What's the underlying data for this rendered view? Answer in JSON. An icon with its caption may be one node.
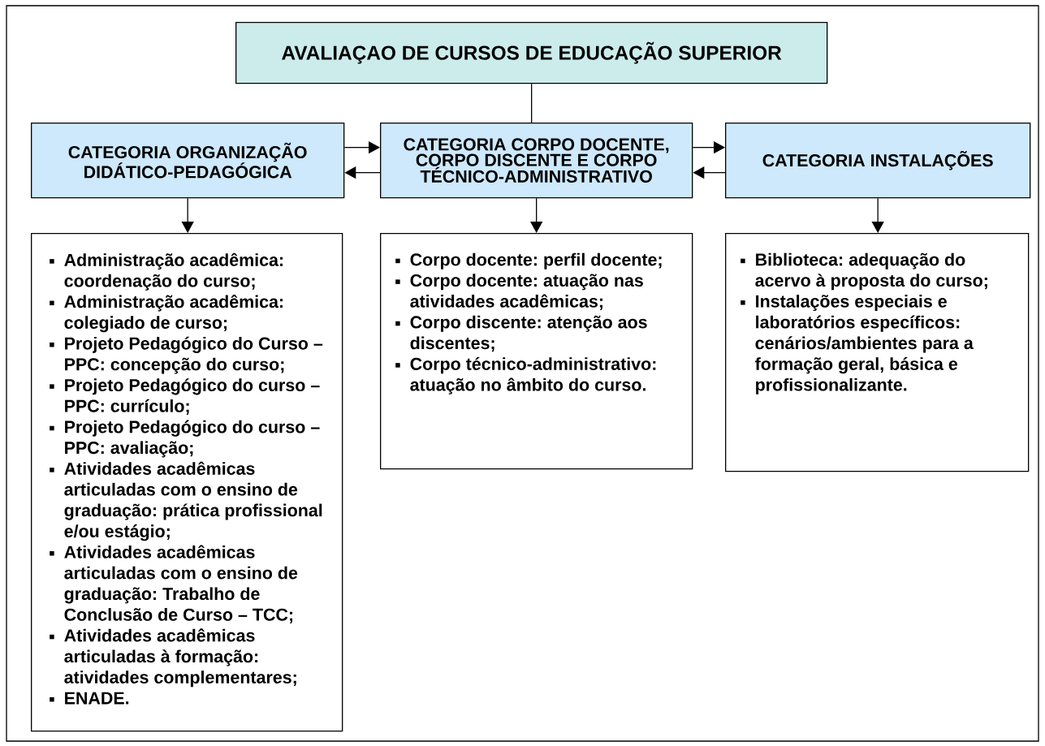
{
  "diagram": {
    "nodes": [
      {
        "text": [
          "AVALIAÇAO DE CURSOS DE EDUCAÇÃO SUPERIOR"
        ]
      },
      {
        "text": [
          "CATEGORIA ORGANIZAÇÃO DIDÁTICO-PEDAGÓGICA"
        ]
      },
      {
        "text": [
          "CATEGORIA CORPO DOCENTE, CORPO DISCENTE E CORPO TÉCNICO-ADMINISTRATIVO"
        ]
      },
      {
        "text": [
          "CATEGORIA INSTALAÇÕES"
        ]
      },
      {
        "text": [
          "Administração acadêmica: coordenação do curso;",
          "Administração acadêmica: colegiado de curso;",
          "Projeto Pedagógico do Curso – PPC: concepção do curso;",
          "Projeto Pedagógico do curso – PPC: currículo;",
          "Projeto Pedagógico do curso – PPC: avaliação;",
          "Atividades acadêmicas articuladas com o ensino de graduação: prática profissional e/ou estágio;",
          "Atividades acadêmicas articuladas com o ensino de graduação: Trabalho de Conclusão de Curso – TCC;",
          "Atividades acadêmicas articuladas à formação: atividades complementares;",
          "ENADE."
        ]
      },
      {
        "text": [
          "Corpo docente: perfil docente;",
          "Corpo docente: atuação nas atividades acadêmicas;",
          "Corpo discente: atenção aos discentes;",
          "Corpo técnico-administrativo: atuação no âmbito do curso."
        ]
      },
      {
        "text": [
          "Biblioteca: adequação do acervo à proposta do curso;",
          "Instalações especiais e laboratórios específicos: cenários/ambientes para a formação geral, básica e profissionalizante."
        ]
      }
    ],
    "edges": [
      {
        "from": 0,
        "to": 2,
        "arrow": "none"
      },
      {
        "from": 1,
        "to": 2,
        "arrow": "to"
      },
      {
        "from": 2,
        "to": 1,
        "arrow": "to"
      },
      {
        "from": 2,
        "to": 3,
        "arrow": "to"
      },
      {
        "from": 3,
        "to": 2,
        "arrow": "to"
      },
      {
        "from": 1,
        "to": 4,
        "arrow": "to"
      },
      {
        "from": 2,
        "to": 5,
        "arrow": "to"
      },
      {
        "from": 3,
        "to": 6,
        "arrow": "to"
      }
    ]
  }
}
